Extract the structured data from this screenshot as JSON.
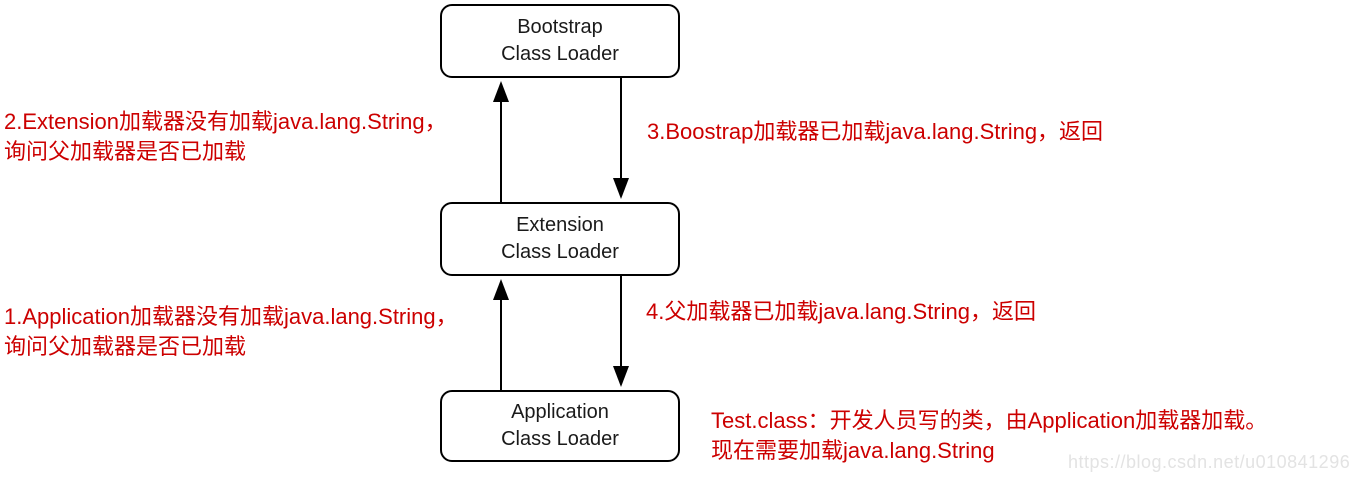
{
  "diagram": {
    "nodes": [
      {
        "id": "bootstrap",
        "label": "Bootstrap\nClass Loader"
      },
      {
        "id": "extension",
        "label": "Extension\nClass Loader"
      },
      {
        "id": "application",
        "label": "Application\nClass Loader"
      }
    ],
    "annotations": {
      "step1": "1.Application加载器没有加载java.lang.String，\n询问父加载器是否已加载",
      "step2": "2.Extension加载器没有加载java.lang.String，\n询问父加载器是否已加载",
      "step3": "3.Boostrap加载器已加载java.lang.String，返回",
      "step4": "4.父加载器已加载java.lang.String，返回",
      "note": "Test.class：开发人员写的类，由Application加载器加载。\n现在需要加载java.lang.String"
    },
    "watermark": "https://blog.csdn.net/u010841296",
    "colors": {
      "annotation_red": "#cc0000",
      "node_border": "#000000",
      "arrow": "#000000",
      "watermark_gray": "#e3e3e3",
      "background": "#ffffff"
    }
  }
}
